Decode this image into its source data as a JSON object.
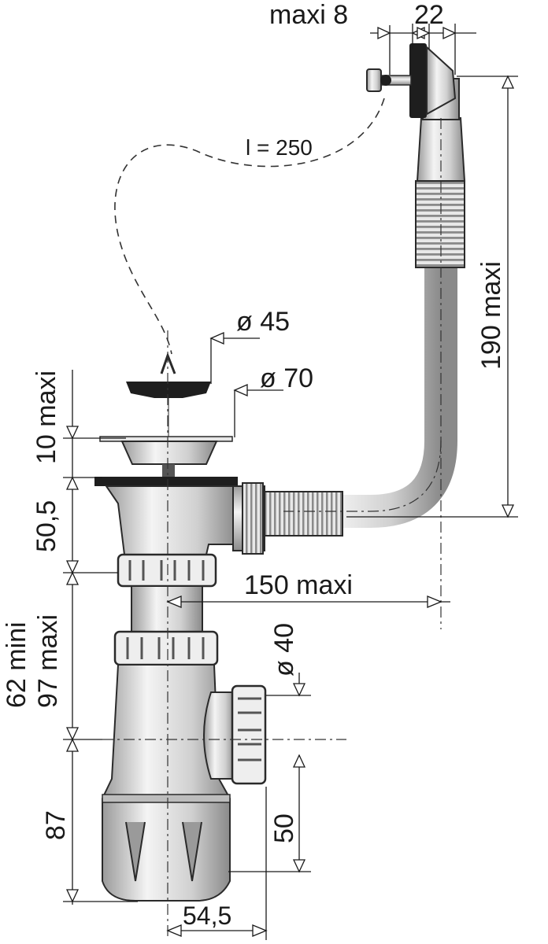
{
  "labels": {
    "overflow_thickness": "maxi 8",
    "overflow_depth": "22",
    "chain_length": "l = 250",
    "stopper_diameter": "ø 45",
    "flange_diameter": "ø 70",
    "flange_height": "10 maxi",
    "body_height": "50,5",
    "tube_height_mini": "62 mini",
    "tube_height_maxi": "97 maxi",
    "overflow_offset": "150 maxi",
    "overflow_height": "190 maxi",
    "outlet_diameter": "ø 40",
    "trap_height": "87",
    "outlet_height": "50",
    "outlet_offset": "54,5"
  },
  "colors": {
    "line": "#1a1a1a",
    "metal_light": "#d9d9d9",
    "metal_mid": "#bdbdbd",
    "metal_dark": "#8a8a8a",
    "stopper": "#1e1e1e"
  }
}
